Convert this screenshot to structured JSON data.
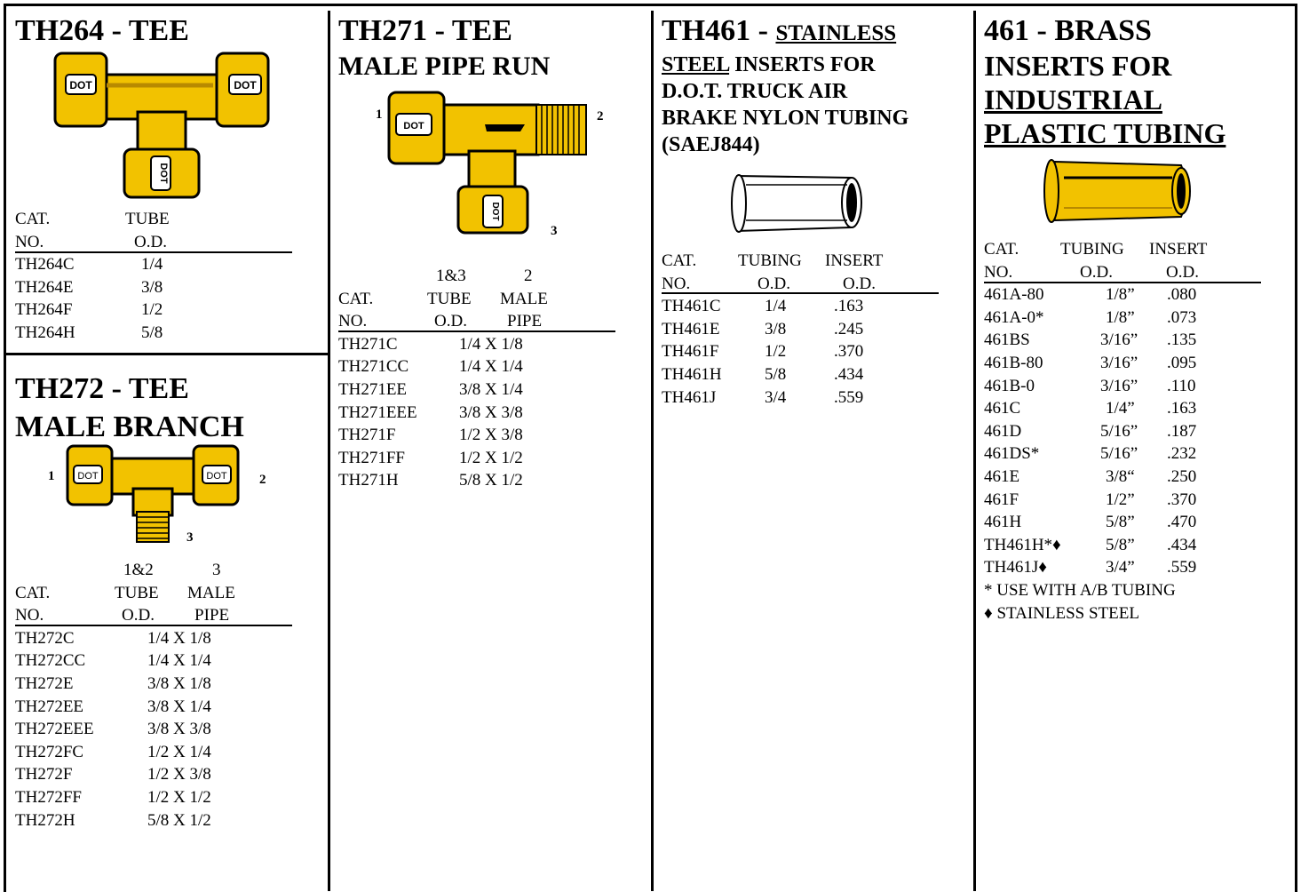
{
  "th264": {
    "title": "TH264 - TEE",
    "hdr1": [
      "CAT.",
      "TUBE"
    ],
    "hdr2": [
      "NO.",
      "O.D."
    ],
    "rows": [
      [
        "TH264C",
        "1/4"
      ],
      [
        "TH264E",
        "3/8"
      ],
      [
        "TH264F",
        "1/2"
      ],
      [
        "TH264H",
        "5/8"
      ]
    ],
    "dot": "DOT"
  },
  "th272": {
    "title_1": "TH272 - TEE",
    "title_2": "MALE BRANCH",
    "n1": "1",
    "n2": "2",
    "n3": "3",
    "hdr0": [
      "1&2",
      "3"
    ],
    "hdr1": [
      "CAT.",
      "TUBE",
      "MALE"
    ],
    "hdr2": [
      "NO.",
      "O.D.",
      "PIPE"
    ],
    "rows": [
      [
        "TH272C",
        "1/4 X 1/8"
      ],
      [
        "TH272CC",
        "1/4 X 1/4"
      ],
      [
        "TH272E",
        "3/8 X 1/8"
      ],
      [
        "TH272EE",
        "3/8 X 1/4"
      ],
      [
        "TH272EEE",
        "3/8 X 3/8"
      ],
      [
        "TH272FC",
        "1/2 X 1/4"
      ],
      [
        "TH272F",
        "1/2 X 3/8"
      ],
      [
        "TH272FF",
        "1/2 X 1/2"
      ],
      [
        "TH272H",
        "5/8 X 1/2"
      ]
    ],
    "dot": "DOT"
  },
  "th271": {
    "title_1": "TH271 - TEE",
    "title_2": "MALE PIPE RUN",
    "n1": "1",
    "n2": "2",
    "n3": "3",
    "hdr0": [
      "1&3",
      "2"
    ],
    "hdr1": [
      "CAT.",
      "TUBE",
      "MALE"
    ],
    "hdr2": [
      "NO.",
      "O.D.",
      "PIPE"
    ],
    "rows": [
      [
        "TH271C",
        "1/4 X 1/8"
      ],
      [
        "TH271CC",
        "1/4 X 1/4"
      ],
      [
        "TH271EE",
        "3/8 X 1/4"
      ],
      [
        "TH271EEE",
        "3/8 X 3/8"
      ],
      [
        "TH271F",
        "1/2 X 3/8"
      ],
      [
        "TH271FF",
        "1/2 X 1/2"
      ],
      [
        "TH271H",
        "5/8 X 1/2"
      ]
    ],
    "dot": "DOT"
  },
  "th461": {
    "title_main": "TH461 -",
    "title_u": "STAINLESS",
    "line2_u": "STEEL",
    "line2_rest": "INSERTS FOR",
    "line3": "D.O.T. TRUCK AIR",
    "line4": "BRAKE NYLON TUBING",
    "line5": "(SAEJ844)",
    "hdr1": [
      "CAT.",
      "TUBING",
      "INSERT"
    ],
    "hdr2": [
      "NO.",
      "O.D.",
      "O.D."
    ],
    "rows": [
      [
        "TH461C",
        "1/4",
        ".163"
      ],
      [
        "TH461E",
        "3/8",
        ".245"
      ],
      [
        "TH461F",
        "1/2",
        ".370"
      ],
      [
        "TH461H",
        "5/8",
        ".434"
      ],
      [
        "TH461J",
        "3/4",
        ".559"
      ]
    ]
  },
  "b461": {
    "title": "461 - BRASS",
    "line2": "INSERTS FOR",
    "line3": "INDUSTRIAL",
    "line4": "PLASTIC TUBING",
    "hdr1": [
      "CAT.",
      "TUBING",
      "INSERT"
    ],
    "hdr2": [
      "NO.",
      "O.D.",
      "O.D."
    ],
    "rows": [
      [
        "461A-80",
        "1/8”",
        ".080"
      ],
      [
        "461A-0*",
        "1/8”",
        ".073"
      ],
      [
        "461BS",
        "3/16”",
        ".135"
      ],
      [
        "461B-80",
        "3/16”",
        ".095"
      ],
      [
        "461B-0",
        "3/16”",
        ".110"
      ],
      [
        "461C",
        "1/4”",
        ".163"
      ],
      [
        "461D",
        "5/16”",
        ".187"
      ],
      [
        "461DS*",
        "5/16”",
        ".232"
      ],
      [
        "461E",
        "3/8“",
        ".250"
      ],
      [
        "461F",
        "1/2”",
        ".370"
      ],
      [
        "461H",
        "5/8”",
        ".470"
      ],
      [
        "TH461H*♦",
        "5/8”",
        ".434"
      ],
      [
        "TH461J♦",
        "3/4”",
        ".559"
      ]
    ],
    "note1": "* USE WITH A/B TUBING",
    "note2": "♦ STAINLESS STEEL"
  },
  "colors": {
    "brass": "#f2c200",
    "brass_dark": "#b88a00",
    "ink": "#000000"
  }
}
